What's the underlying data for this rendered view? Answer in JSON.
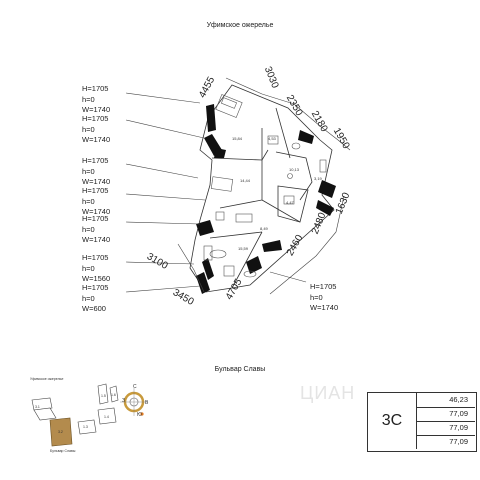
{
  "streets": {
    "top": "Уфимское ожерелье",
    "middle": "Бульвар Славы"
  },
  "windows": [
    "H=1705\nh=0\nW=1740",
    "H=1705\nh=0\nW=1740",
    "H=1705\nh=0\nW=1740",
    "H=1705\nh=0\nW=1740",
    "H=1705\nh=0\nW=1740",
    "H=1705\nh=0\nW=1560",
    "H=1705\nh=0\nW=600",
    "H=1705\nh=0\nW=1740"
  ],
  "dimensions": {
    "d4455": "4455",
    "d3030": "3030",
    "d2350": "2350",
    "d2180": "2180",
    "d1950": "1950",
    "d2480": "2480",
    "d1630": "1630",
    "d2460": "2460",
    "d3100": "3100",
    "d3450": "3450",
    "d4705": "4705"
  },
  "rooms": {
    "r1": "15,84",
    "r2": "4,53",
    "r3": "10,13",
    "r4": "3,19",
    "r5": "14,44",
    "r6": "4,47",
    "r7": "8,49",
    "r8": "15,59"
  },
  "keyplan": {
    "street_top": "Уфимское ожерелье",
    "street_bottom": "Бульвар Славы",
    "sections": [
      "3.1",
      "3.2",
      "1.3",
      "1.4",
      "1.5",
      "1.6"
    ],
    "compass": [
      "С",
      "З",
      "В",
      "Ю"
    ]
  },
  "summary": {
    "code": "3С",
    "values": [
      "46,23",
      "77,09",
      "77,09",
      "77,09"
    ]
  },
  "watermark": "ЦИАН"
}
